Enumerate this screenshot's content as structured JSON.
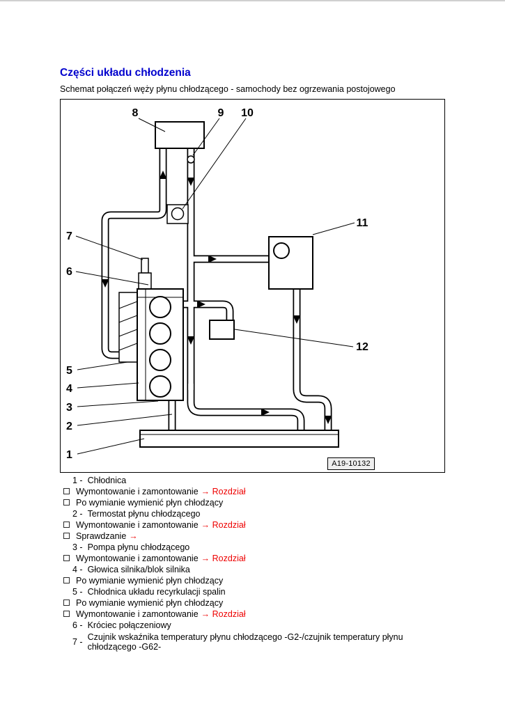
{
  "page": {
    "title": "Części układu chłodzenia",
    "subtitle": "Schemat połączeń węży płynu chłodzącego - samochody bez ogrzewania postojowego"
  },
  "diagram": {
    "figure_code": "A19-10132",
    "callouts": [
      "1",
      "2",
      "3",
      "4",
      "5",
      "6",
      "7",
      "8",
      "9",
      "10",
      "11",
      "12"
    ]
  },
  "list": {
    "items": [
      {
        "kind": "part",
        "label": "1 -",
        "text": "Chłodnica"
      },
      {
        "kind": "bullet",
        "text": "Wymontowanie i zamontowanie",
        "link": "→ Rozdział"
      },
      {
        "kind": "bullet",
        "text": "Po wymianie wymienić płyn chłodzący"
      },
      {
        "kind": "part",
        "label": "2 -",
        "text": "Termostat płynu chłodzącego"
      },
      {
        "kind": "bullet",
        "text": "Wymontowanie i zamontowanie",
        "link": "→ Rozdział"
      },
      {
        "kind": "bullet",
        "text": "Sprawdzanie",
        "link": "→"
      },
      {
        "kind": "part",
        "label": "3 -",
        "text": "Pompa płynu chłodzącego"
      },
      {
        "kind": "bullet",
        "text": "Wymontowanie i zamontowanie",
        "link": "→ Rozdział"
      },
      {
        "kind": "part",
        "label": "4 -",
        "text": "Głowica silnika/blok silnika"
      },
      {
        "kind": "bullet",
        "text": "Po wymianie wymienić płyn chłodzący"
      },
      {
        "kind": "part",
        "label": "5 -",
        "text": "Chłodnica układu recyrkulacji spalin"
      },
      {
        "kind": "bullet",
        "text": "Po wymianie wymienić płyn chłodzący"
      },
      {
        "kind": "bullet",
        "text": "Wymontowanie i zamontowanie",
        "link": "→ Rozdział"
      },
      {
        "kind": "part",
        "label": "6 -",
        "text": "Króciec połączeniowy"
      },
      {
        "kind": "part",
        "label": "7 -",
        "text": "Czujnik wskaźnika temperatury płynu chłodzącego -G2-/czujnik temperatury płynu chłodzącego -G62-"
      }
    ]
  },
  "colors": {
    "heading_blue": "#0000cd",
    "link_red": "#ee0000"
  }
}
